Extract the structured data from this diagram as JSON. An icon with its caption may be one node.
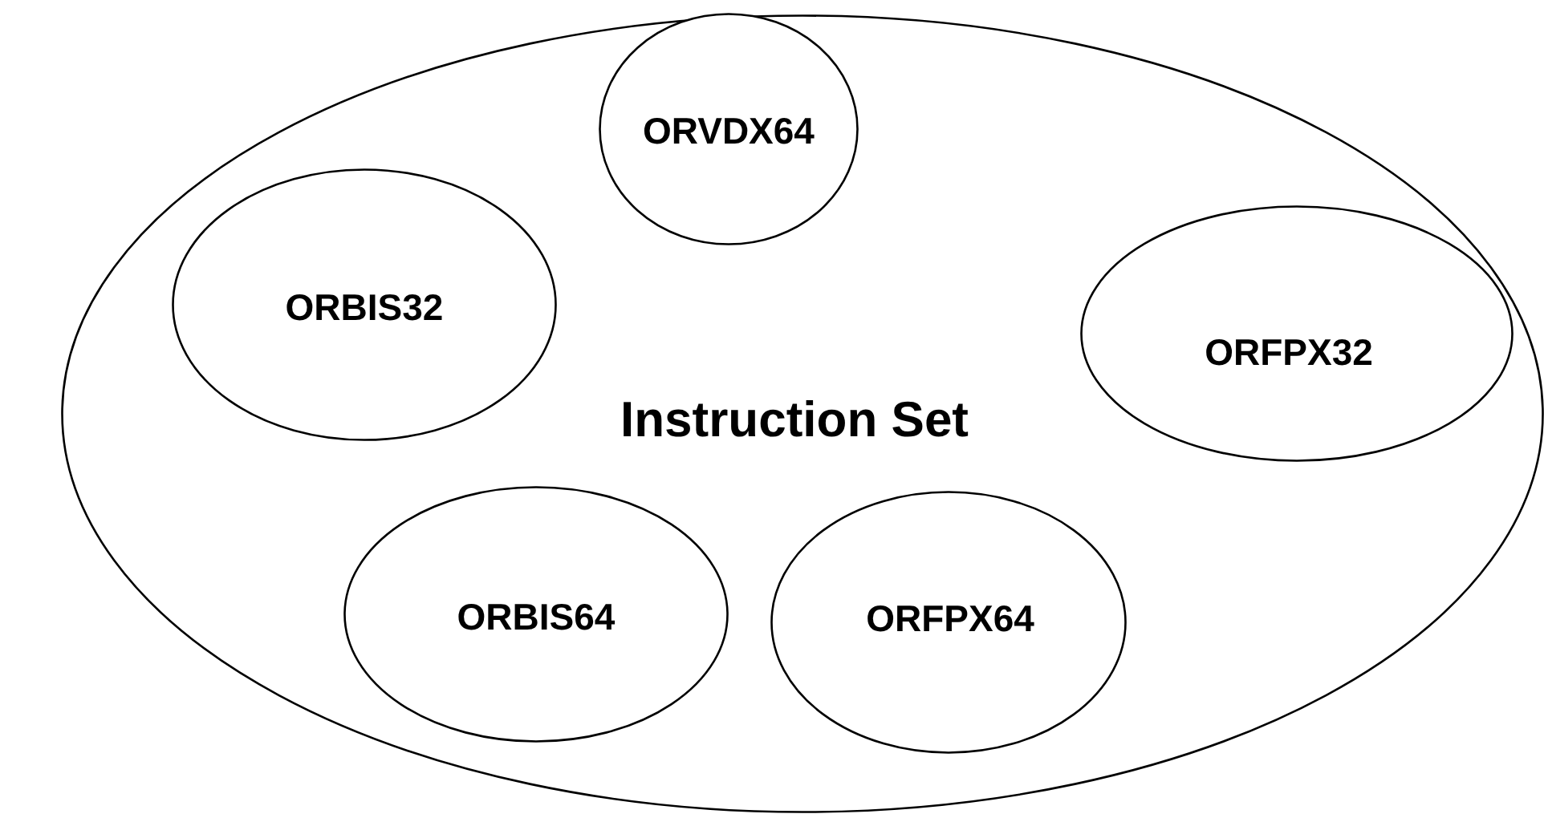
{
  "diagram": {
    "nodes": [
      {
        "text": [
          "Instruction Set"
        ]
      },
      {
        "text": [
          "ORVDX64"
        ],
        "in": 0
      },
      {
        "text": [
          "ORBIS32"
        ],
        "in": 0
      },
      {
        "text": [
          "ORFPX32"
        ],
        "in": 0
      },
      {
        "text": [
          "ORBIS64"
        ],
        "in": 0
      },
      {
        "text": [
          "ORFPX64"
        ],
        "in": 0
      }
    ]
  }
}
